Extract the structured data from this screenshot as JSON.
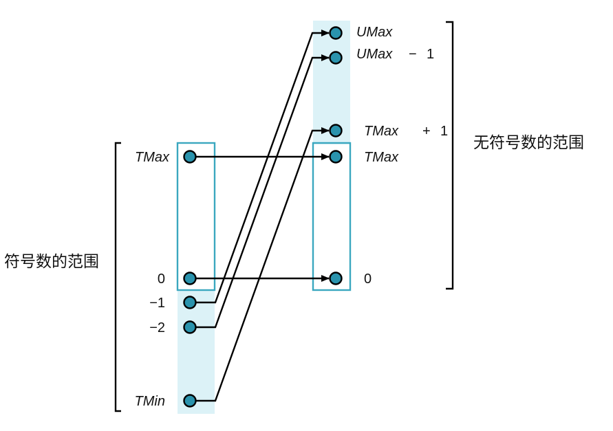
{
  "signed": {
    "range_label": "符号数的范围",
    "labels": {
      "tmax": "TMax",
      "zero": "0",
      "neg1": "−1",
      "neg2": "−2",
      "tmin": "TMin"
    }
  },
  "unsigned": {
    "range_label": "无符号数的范围",
    "labels": {
      "umax": "UMax",
      "umax_m1_name": "UMax",
      "umax_m1_op": "−",
      "umax_m1_num": "1",
      "tmax_p1_name": "TMax",
      "tmax_p1_op": "+",
      "tmax_p1_num": "1",
      "tmax": "TMax",
      "zero": "0"
    }
  },
  "colors": {
    "node_fill": "#2a93ad",
    "band_fill": "#dcf2f7",
    "box_stroke": "#3aa7bf"
  }
}
